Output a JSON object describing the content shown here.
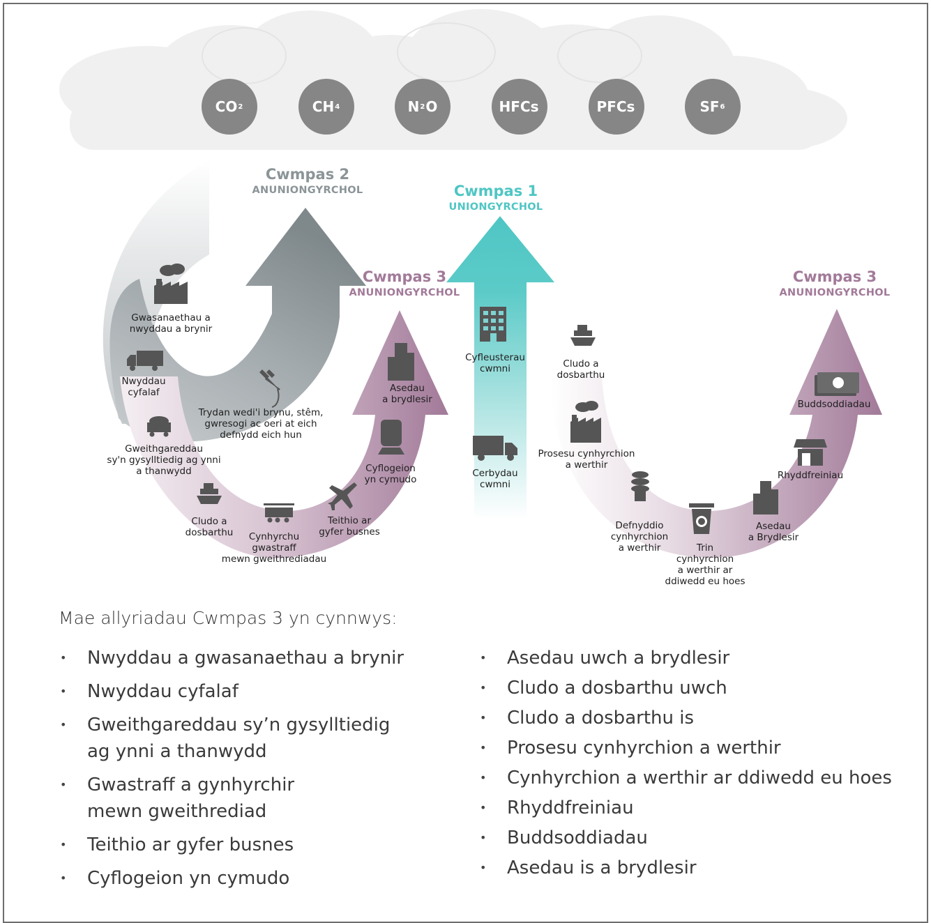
{
  "gases": [
    {
      "main": "CO",
      "sub": "2",
      "trail": ""
    },
    {
      "main": "CH",
      "sub": "4",
      "trail": ""
    },
    {
      "main": "N",
      "sub": "2",
      "trail": "O"
    },
    {
      "main": "HFCs",
      "sub": "",
      "trail": ""
    },
    {
      "main": "PFCs",
      "sub": "",
      "trail": ""
    },
    {
      "main": "SF",
      "sub": "6",
      "trail": ""
    }
  ],
  "scopes": {
    "scope2": {
      "name": "Cwmpas 2",
      "sub": "ANUNIONGYRCHOL",
      "color": "#8b9497"
    },
    "scope1": {
      "name": "Cwmpas 1",
      "sub": "UNIONGYRCHOL",
      "color": "#4fc6c4"
    },
    "scope3_left": {
      "name": "Cwmpas 3",
      "sub": "ANUNIONGYRCHOL",
      "color": "#a27a99"
    },
    "scope3_right": {
      "name": "Cwmpas 3",
      "sub": "ANUNIONGYRCHOL",
      "color": "#a27a99"
    }
  },
  "labels": {
    "purchased_goods": "Gwasanaethau a\nnwyddau a brynir",
    "capital_goods": "Nwyddau\ncyfalaf",
    "fuel_energy": "Gweithgareddau\nsy'n gysylltiedig ag ynni\na thanwydd",
    "upstream_transport": "Cludo a\ndosbarthu",
    "waste": "Cynhyrchu\ngwastraff\nmewn gweithrediadau",
    "business_travel": "Teithio ar\ngyfer busnes",
    "commuting": "Cyflogeion\nyn cymudo",
    "upstream_leased": "Asedau\na brydlesir",
    "electricity": "Trydan wedi'i brynu, stêm,\ngwresogi ac oeri at eich\ndefnydd eich hun",
    "company_facilities": "Cyfleusterau\ncwmni",
    "company_vehicles": "Cerbydau\ncwmni",
    "downstream_transport": "Cludo a\ndosbarthu",
    "processing": "Prosesu cynhyrchion\na werthir",
    "use_of_products": "Defnyddio\ncynhyrchion\na werthir",
    "end_of_life": "Trin\ncynhyrchion\na werthir ar\nddiwedd eu hoes",
    "downstream_leased": "Asedau\na Brydlesir",
    "franchises": "Rhyddfreiniau",
    "investments": "Buddsoddiadau"
  },
  "list_title": "Mae allyriadau Cwmpas 3 yn cynnwys:",
  "list_left": [
    "Nwyddau a gwasanaethau a brynir",
    "Nwyddau cyfalaf",
    "Gweithgareddau sy’n gysylltiedig\nag ynni a thanwydd",
    "Gwastraff a gynhyrchir\nmewn gweithrediad",
    "Teithio ar gyfer busnes",
    "Cyflogeion yn cymudo"
  ],
  "list_right": [
    "Asedau uwch a brydlesir",
    "Cludo a dosbarthu uwch",
    "Cludo a dosbarthu is",
    "Prosesu cynhyrchion a werthir",
    "Cynhyrchion a werthir ar ddiwedd eu hoes",
    "Rhyddfreiniau",
    "Buddsoddiadau",
    "Asedau is a brydlesir"
  ]
}
